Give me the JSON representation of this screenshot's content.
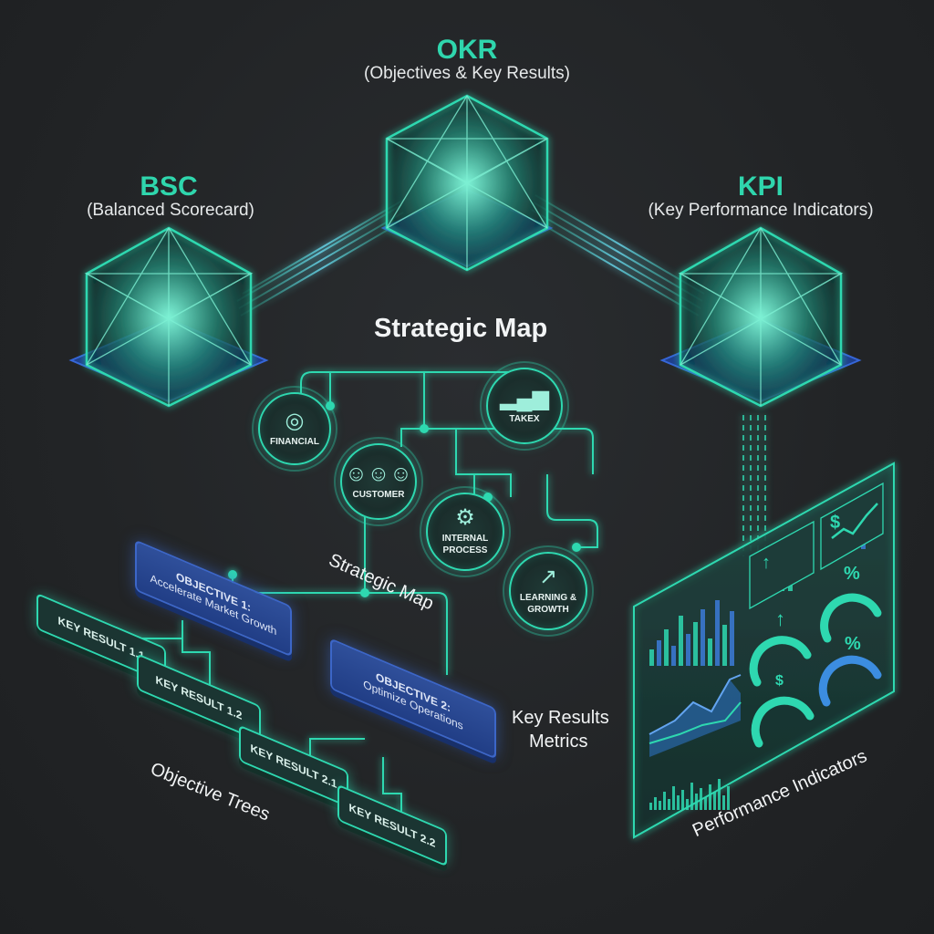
{
  "frameworks": {
    "okr": {
      "title": "OKR",
      "subtitle": "(Objectives & Key Results)"
    },
    "bsc": {
      "title": "BSC",
      "subtitle": "(Balanced Scorecard)"
    },
    "kpi": {
      "title": "KPI",
      "subtitle": "(Key Performance Indicators)"
    }
  },
  "strategic_map": {
    "title": "Strategic Map",
    "caption": "Strategic Map",
    "nodes": [
      {
        "label": "FINANCIAL",
        "icon": "coins-icon"
      },
      {
        "label": "TAKEX",
        "icon": "bar-chart-icon"
      },
      {
        "label": "CUSTOMER",
        "icon": "people-icon"
      },
      {
        "label": "INTERNAL\nPROCESS",
        "icon": "gear-icon"
      },
      {
        "label": "LEARNING &\nGROWTH",
        "icon": "growth-hand-icon"
      }
    ]
  },
  "objective_trees": {
    "caption": "Objective Trees",
    "objectives": [
      {
        "title": "OBJECTIVE 1:",
        "subtitle": "Accelerate Market Growth"
      },
      {
        "title": "OBJECTIVE 2:",
        "subtitle": "Optimize Operations"
      }
    ],
    "key_results": [
      "KEY RESULT 1.1",
      "KEY RESULT 1.2",
      "KEY RESULT 2.1",
      "KEY RESULT 2.2"
    ]
  },
  "key_results_metrics": {
    "line1": "Key Results",
    "line2": "Metrics"
  },
  "performance": {
    "caption": "Performance Indicators",
    "icons": [
      "percent-icon",
      "dollar-icon",
      "up-arrow-icon"
    ]
  },
  "colors": {
    "accent": "#2ed8b0",
    "objective_blue": "#2f4f9a",
    "background": "#222426"
  }
}
